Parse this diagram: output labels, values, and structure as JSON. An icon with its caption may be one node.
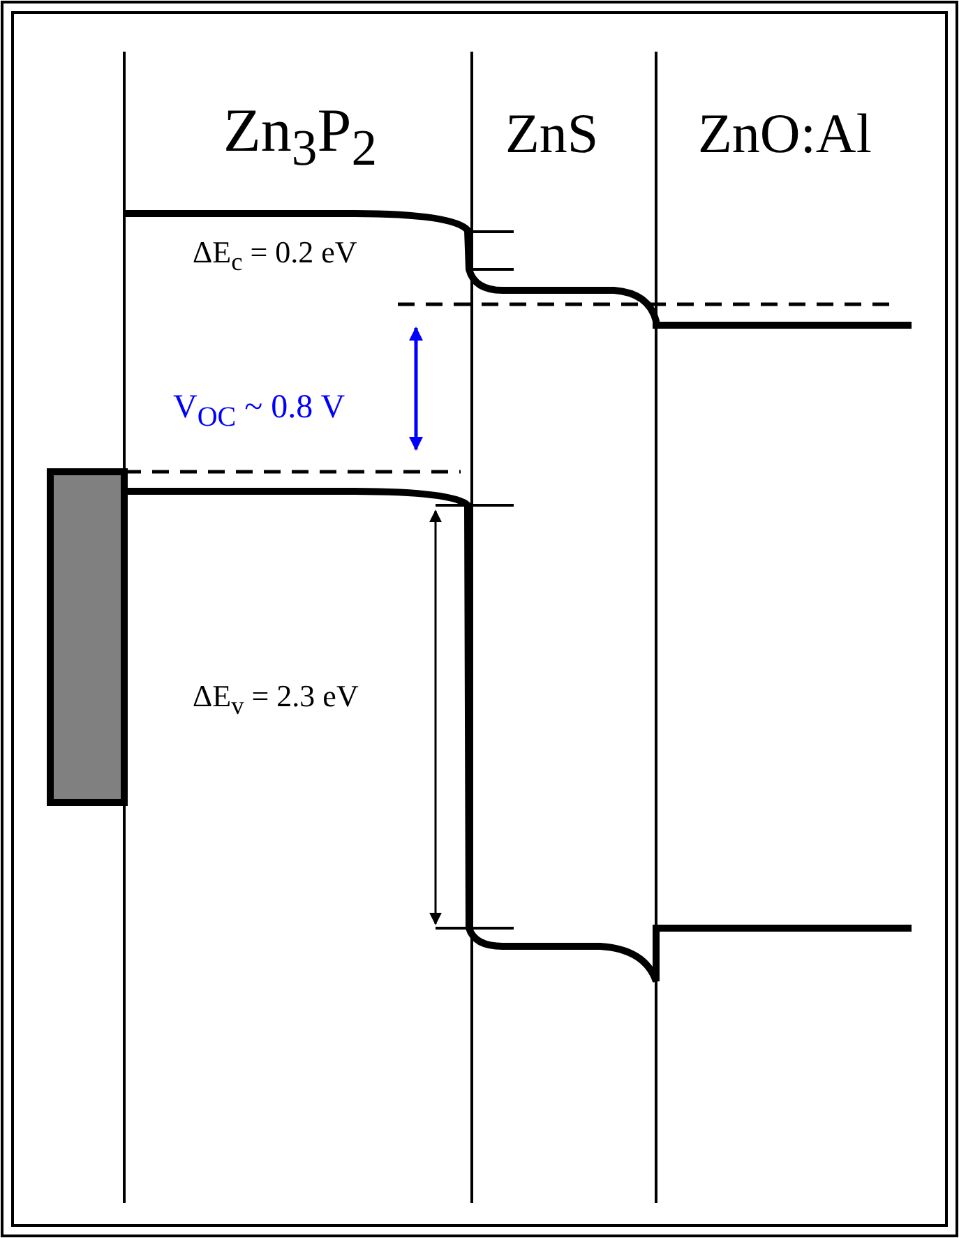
{
  "diagram": {
    "labels": [
      "Zn$_{3}$P$_{2}$",
      "ZnS",
      "ZnO:Al",
      "ΔE$_{c}$ = 0.2 eV",
      "V$_{OC}$ ~ 0.8 V",
      "ΔE$_{v}$ = 2.3 eV"
    ]
  }
}
